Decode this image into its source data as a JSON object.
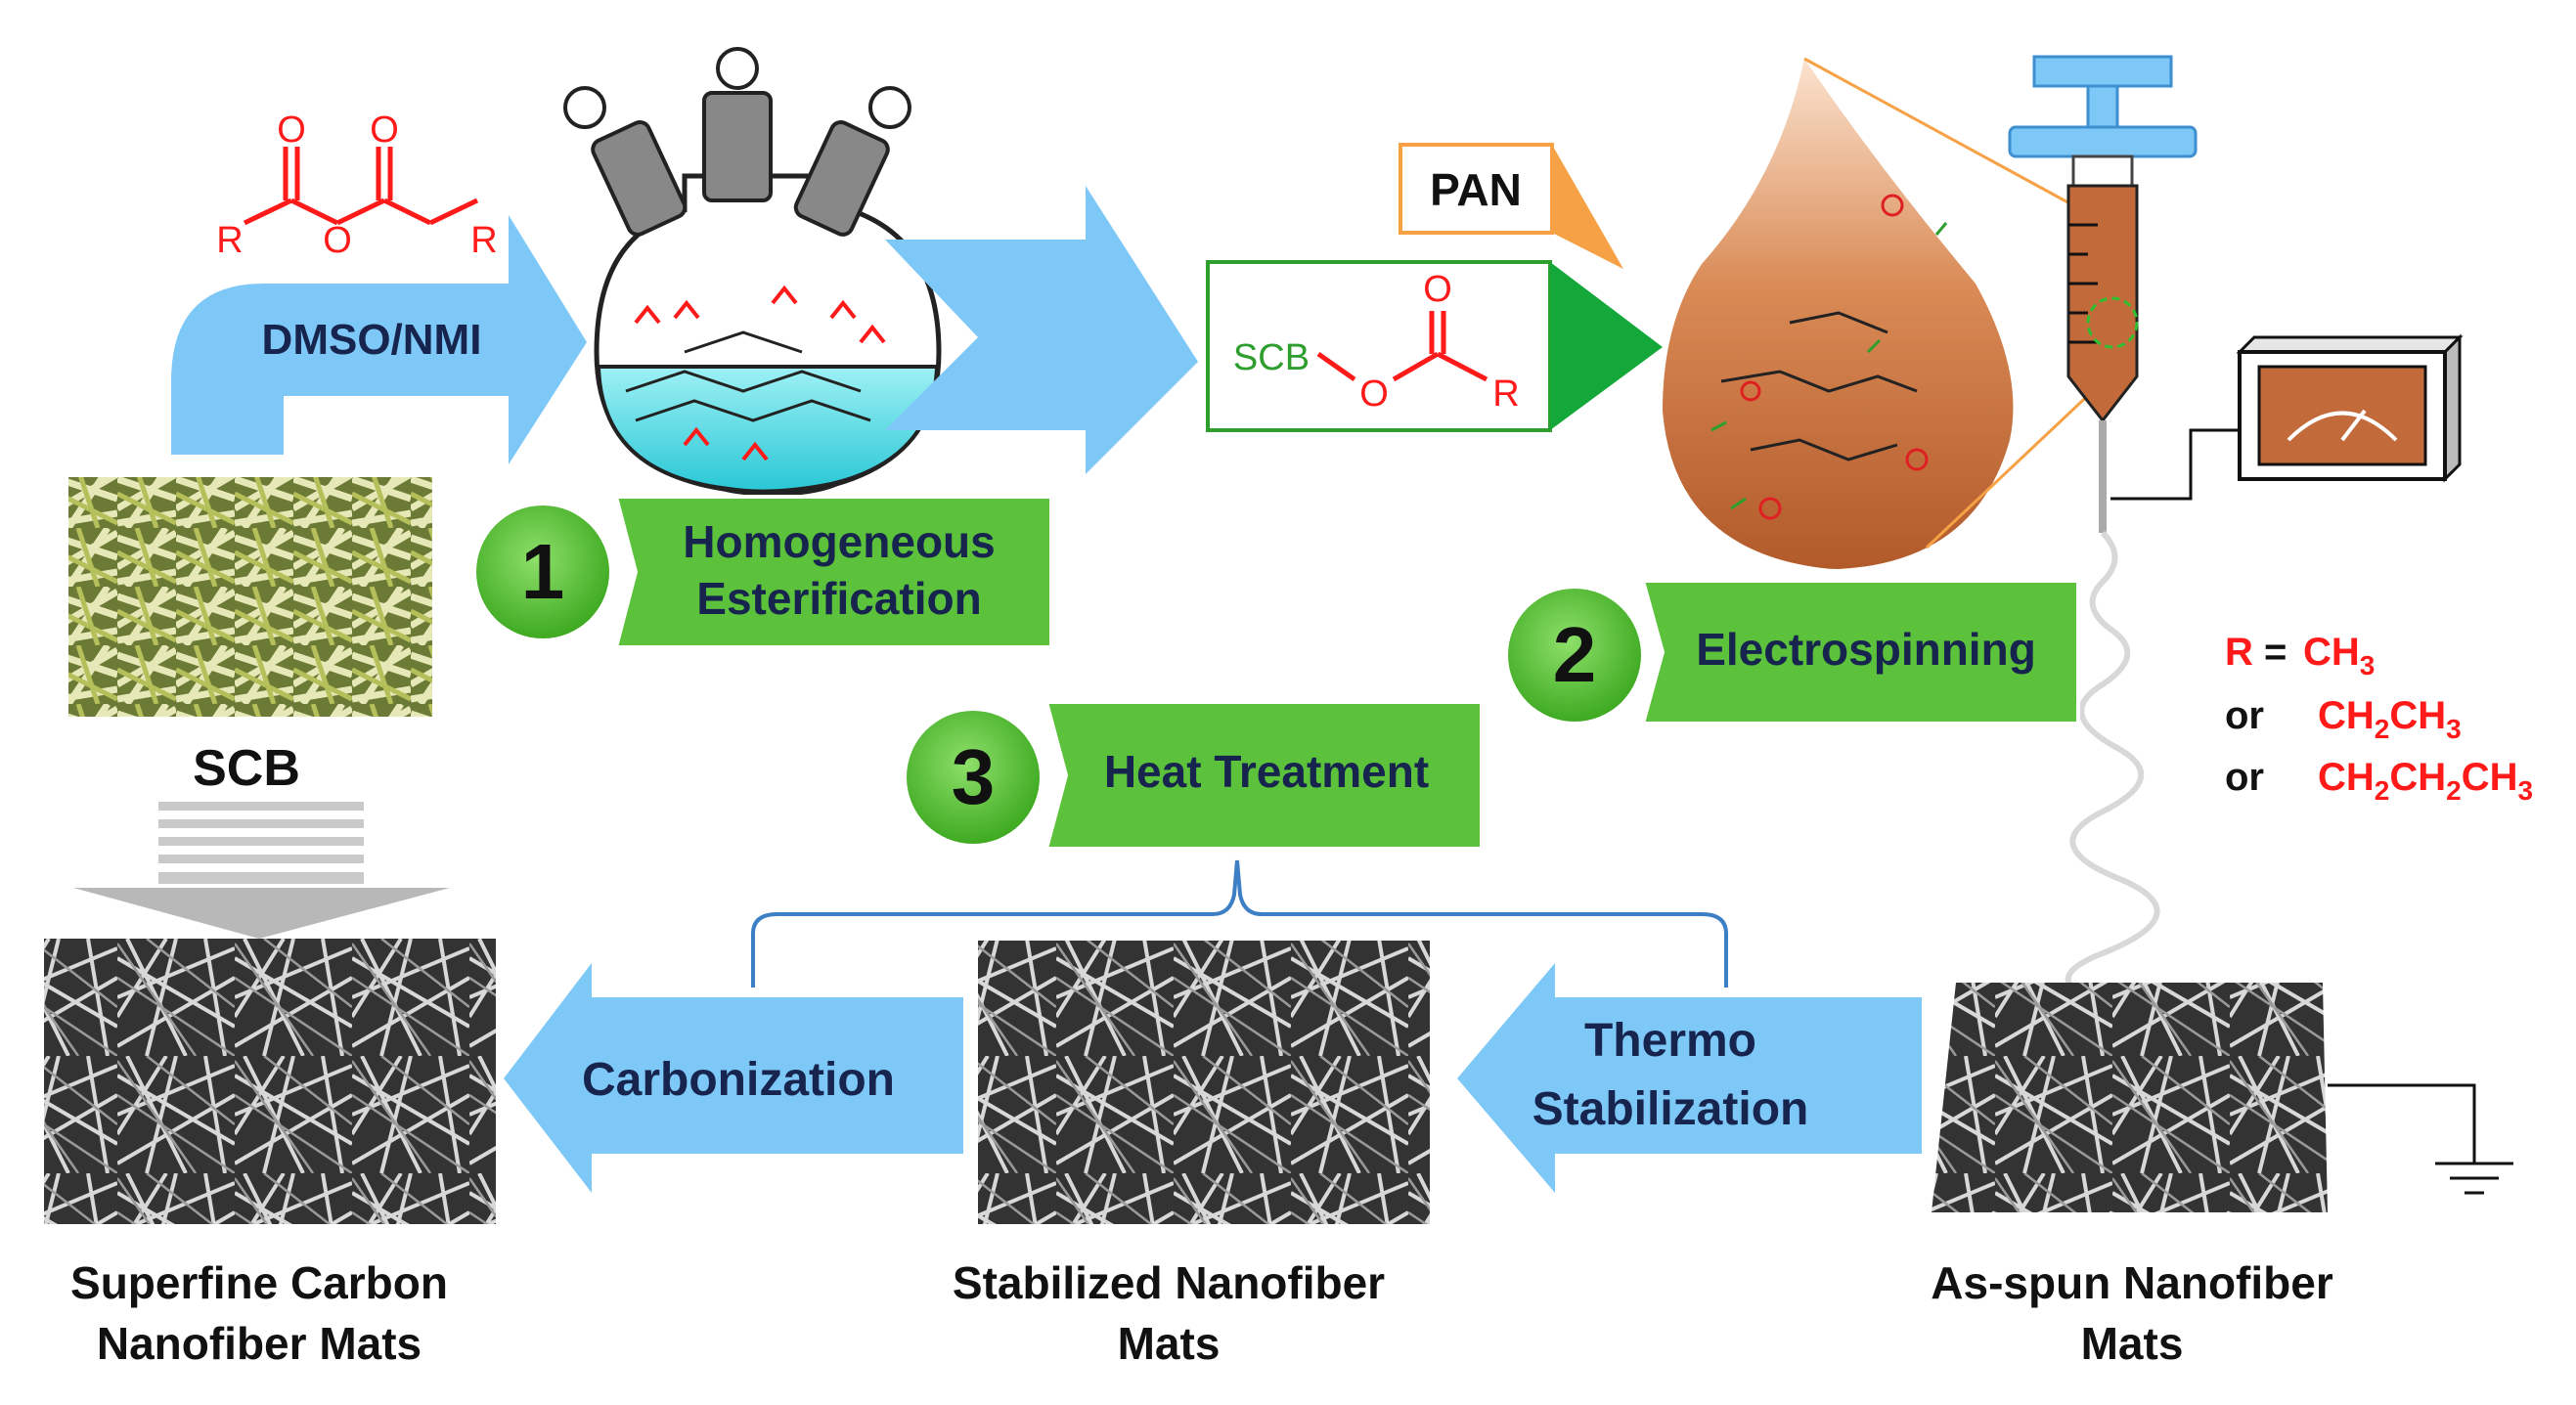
{
  "anhydride": {
    "carbonyl_o": "O",
    "bridge_o": "O",
    "r_left": "R",
    "r_right": "R"
  },
  "step1": {
    "reagent": "DMSO/NMI",
    "number": "1",
    "line1": "Homogeneous",
    "line2": "Esterification"
  },
  "product": {
    "scb": "SCB",
    "o": "O",
    "carbonyl_o": "O",
    "r": "R"
  },
  "pan_label": "PAN",
  "step2": {
    "number": "2",
    "label": "Electrospinning"
  },
  "step3": {
    "number": "3",
    "label": "Heat Treatment"
  },
  "r_definition": {
    "r_label": "R",
    "equals": "=",
    "or1": "or",
    "or2": "or",
    "ch3": {
      "main": "CH",
      "sub": "3"
    },
    "ch2ch3": {
      "a": "CH",
      "a_sub": "2",
      "b": "CH",
      "b_sub": "3"
    },
    "ch2ch2ch3": {
      "a": "CH",
      "a_sub": "2",
      "b": "CH",
      "b_sub": "2",
      "c": "CH",
      "c_sub": "3"
    }
  },
  "scb_label": "SCB",
  "arrows": {
    "carbonization": "Carbonization",
    "thermo_line1": "Thermo",
    "thermo_line2": "Stabilization"
  },
  "captions": {
    "superfine_line1": "Superfine Carbon",
    "superfine_line2": "Nanofiber Mats",
    "stabilized_line1": "Stabilized Nanofiber",
    "stabilized_line2": "Mats",
    "asspun_line1": "As-spun Nanofiber",
    "asspun_line2": "Mats"
  },
  "colors": {
    "arrow_blue": "#7ec8f8",
    "step_green": "#5cc23b",
    "dark_green": "#1fa33a",
    "pan_orange": "#f6a145",
    "red": "#ff1a1a",
    "product_green": "#2e9e2e",
    "drop_brown": "#c26a3a"
  }
}
